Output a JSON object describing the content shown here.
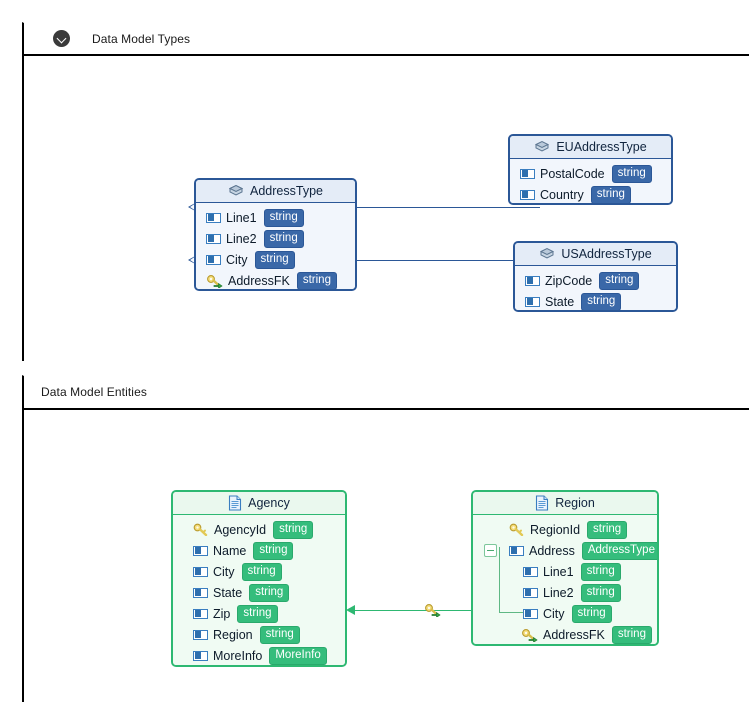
{
  "panels": [
    {
      "name": "data-model-types",
      "title": "Data Model Types",
      "has_collapse": true,
      "collapse_icon": "chevron-down-circle-icon"
    },
    {
      "name": "data-model-entities",
      "title": "Data Model Entities",
      "has_collapse": false
    }
  ],
  "colors": {
    "type_border": "#2b5797",
    "type_badge": "#3a68a8",
    "entity_border": "#2eb872",
    "entity_badge": "#35bd7c",
    "panel_rule": "#000000"
  },
  "types_diagram": {
    "nodes": [
      {
        "id": "AddressType",
        "title": "AddressType",
        "icon": "complex-type-icon",
        "fields": [
          {
            "name": "Line1",
            "type": "string",
            "icon": "field-icon",
            "indent": 0
          },
          {
            "name": "Line2",
            "type": "string",
            "icon": "field-icon",
            "indent": 0
          },
          {
            "name": "City",
            "type": "string",
            "icon": "field-icon",
            "indent": 0
          },
          {
            "name": "AddressFK",
            "type": "string",
            "icon": "foreign-key-icon",
            "indent": 0
          }
        ]
      },
      {
        "id": "EUAddressType",
        "title": "EUAddressType",
        "icon": "complex-type-icon",
        "fields": [
          {
            "name": "PostalCode",
            "type": "string",
            "icon": "field-icon",
            "indent": 0
          },
          {
            "name": "Country",
            "type": "string",
            "icon": "field-icon",
            "indent": 0
          }
        ]
      },
      {
        "id": "USAddressType",
        "title": "USAddressType",
        "icon": "complex-type-icon",
        "fields": [
          {
            "name": "ZipCode",
            "type": "string",
            "icon": "field-icon",
            "indent": 0
          },
          {
            "name": "State",
            "type": "string",
            "icon": "field-icon",
            "indent": 0
          }
        ]
      }
    ],
    "connectors": [
      {
        "from": "EUAddressType",
        "to": "AddressType",
        "kind": "generalization",
        "arrow": "hollow-triangle-left"
      },
      {
        "from": "USAddressType",
        "to": "AddressType",
        "kind": "generalization",
        "arrow": "hollow-triangle-left"
      }
    ]
  },
  "entities_diagram": {
    "nodes": [
      {
        "id": "Agency",
        "title": "Agency",
        "icon": "entity-document-icon",
        "fields": [
          {
            "name": "AgencyId",
            "type": "string",
            "icon": "primary-key-icon",
            "indent": 0
          },
          {
            "name": "Name",
            "type": "string",
            "icon": "field-icon",
            "indent": 0
          },
          {
            "name": "City",
            "type": "string",
            "icon": "field-icon",
            "indent": 0
          },
          {
            "name": "State",
            "type": "string",
            "icon": "field-icon",
            "indent": 0
          },
          {
            "name": "Zip",
            "type": "string",
            "icon": "field-icon",
            "indent": 0
          },
          {
            "name": "Region",
            "type": "string",
            "icon": "field-icon",
            "indent": 0
          },
          {
            "name": "MoreInfo",
            "type": "MoreInfo",
            "icon": "field-icon",
            "indent": 0
          }
        ]
      },
      {
        "id": "Region",
        "title": "Region",
        "icon": "entity-document-icon",
        "fields": [
          {
            "name": "RegionId",
            "type": "string",
            "icon": "primary-key-icon",
            "indent": 0
          },
          {
            "name": "Address",
            "type": "AddressType",
            "icon": "field-icon",
            "indent": 0,
            "expander": "minus"
          },
          {
            "name": "Line1",
            "type": "string",
            "icon": "field-icon",
            "indent": 1
          },
          {
            "name": "Line2",
            "type": "string",
            "icon": "field-icon",
            "indent": 1
          },
          {
            "name": "City",
            "type": "string",
            "icon": "field-icon",
            "indent": 1
          },
          {
            "name": "AddressFK",
            "type": "string",
            "icon": "foreign-key-icon",
            "indent": 1
          }
        ]
      }
    ],
    "connectors": [
      {
        "from": "Region",
        "to": "Agency",
        "kind": "foreign-key",
        "arrow": "solid-arrow-left",
        "midpoint_icon": "foreign-key-icon"
      }
    ]
  }
}
